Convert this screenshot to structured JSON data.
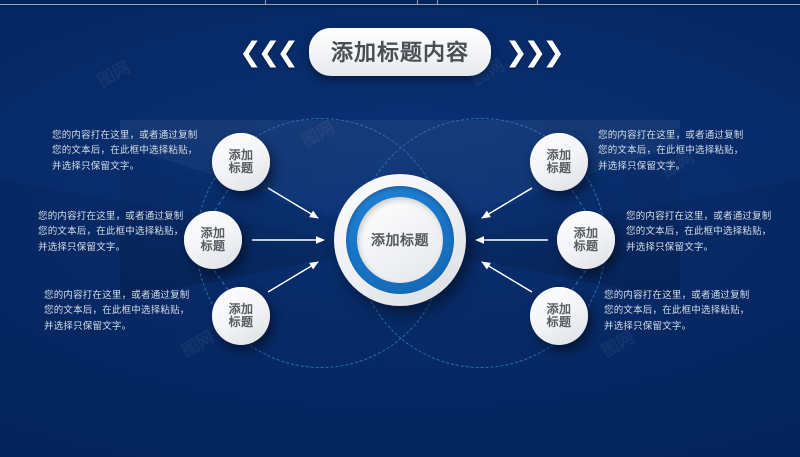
{
  "slide": {
    "background_color": "#04245e",
    "accent_color": "#1874c6",
    "title": {
      "text": "添加标题内容",
      "left_chevrons": "«‹",
      "right_chevrons": "›»"
    }
  },
  "hub": {
    "label": "添加标题"
  },
  "nodes": [
    {
      "id": "left-top",
      "line1": "添加",
      "line2": "标题"
    },
    {
      "id": "left-middle",
      "line1": "添加",
      "line2": "标题"
    },
    {
      "id": "left-bottom",
      "line1": "添加",
      "line2": "标题"
    },
    {
      "id": "right-top",
      "line1": "添加",
      "line2": "标题"
    },
    {
      "id": "right-middle",
      "line1": "添加",
      "line2": "标题"
    },
    {
      "id": "right-bottom",
      "line1": "添加",
      "line2": "标题"
    }
  ],
  "blurbs": [
    {
      "id": "left-top",
      "text": "您的内容打在这里，或者通过复制您的文本后，在此框中选择粘贴，并选择只保留文字。"
    },
    {
      "id": "left-middle",
      "text": "您的内容打在这里，或者通过复制您的文本后，在此框中选择粘贴，并选择只保留文字。"
    },
    {
      "id": "left-bottom",
      "text": "您的内容打在这里，或者通过复制您的文本后，在此框中选择粘贴，并选择只保留文字。"
    },
    {
      "id": "right-top",
      "text": "您的内容打在这里，或者通过复制您的文本后，在此框中选择粘贴，并选择只保留文字。"
    },
    {
      "id": "right-middle",
      "text": "您的内容打在这里，或者通过复制您的文本后，在此框中选择粘贴，并选择只保留文字。"
    },
    {
      "id": "right-bottom",
      "text": "您的内容打在这里，或者通过复制您的文本后，在此框中选择粘贴，并选择只保留文字。"
    }
  ],
  "watermark": {
    "text": "图网"
  }
}
